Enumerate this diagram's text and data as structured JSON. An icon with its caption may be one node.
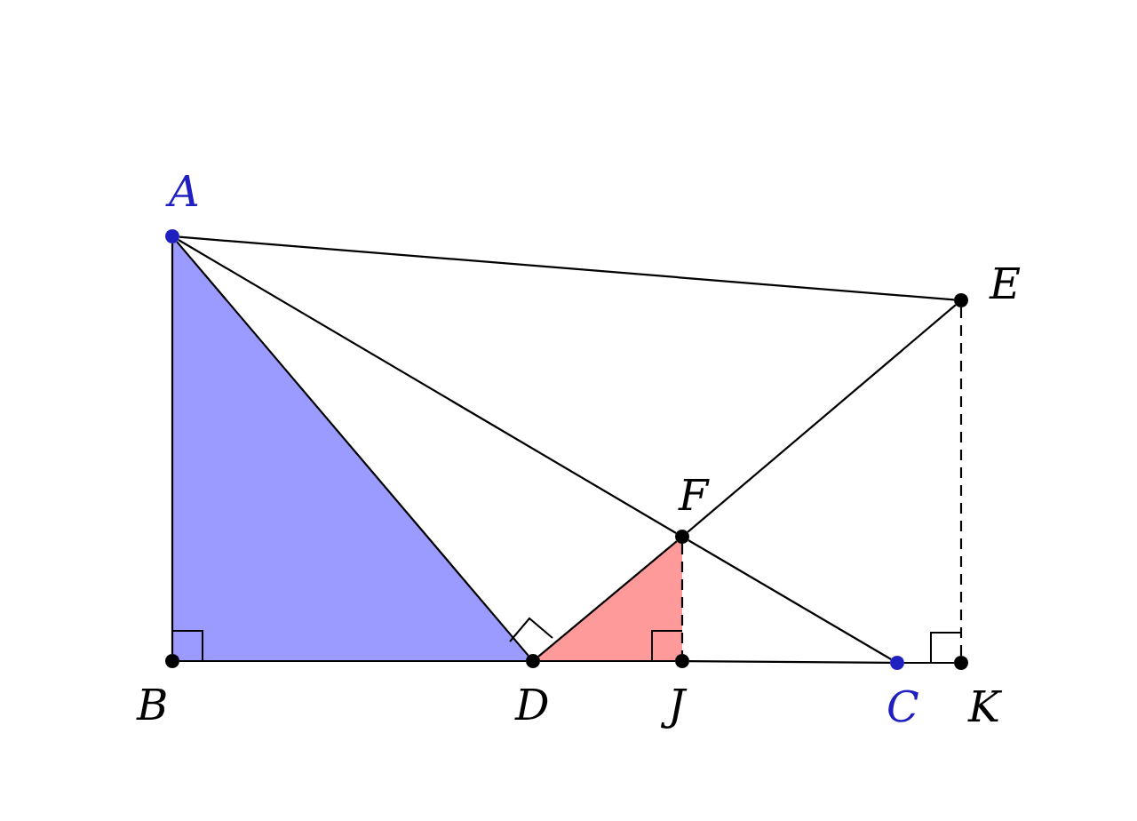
{
  "diagram": {
    "nodes": [
      {
        "text": [
          "A"
        ]
      },
      {
        "text": [
          "E"
        ]
      },
      {
        "text": [
          "F"
        ]
      },
      {
        "text": [
          "B"
        ]
      },
      {
        "text": [
          "D"
        ]
      },
      {
        "text": [
          "J"
        ]
      },
      {
        "text": [
          "C"
        ]
      },
      {
        "text": [
          "K"
        ]
      }
    ],
    "edges": [
      {
        "from": 0,
        "to": 3,
        "arrow": "none"
      },
      {
        "from": 3,
        "to": 4,
        "arrow": "none"
      },
      {
        "from": 4,
        "to": 5,
        "arrow": "none"
      },
      {
        "from": 5,
        "to": 6,
        "arrow": "none"
      },
      {
        "from": 6,
        "to": 7,
        "arrow": "none"
      },
      {
        "from": 0,
        "to": 4,
        "arrow": "none"
      },
      {
        "from": 0,
        "to": 2,
        "arrow": "none"
      },
      {
        "from": 2,
        "to": 6,
        "arrow": "none"
      },
      {
        "from": 0,
        "to": 1,
        "arrow": "none"
      },
      {
        "from": 4,
        "to": 2,
        "arrow": "none"
      },
      {
        "from": 2,
        "to": 1,
        "arrow": "none"
      },
      {
        "from": 2,
        "to": 5,
        "arrow": "none",
        "style": "dashed"
      },
      {
        "from": 1,
        "to": 7,
        "arrow": "none",
        "style": "dashed"
      }
    ]
  }
}
